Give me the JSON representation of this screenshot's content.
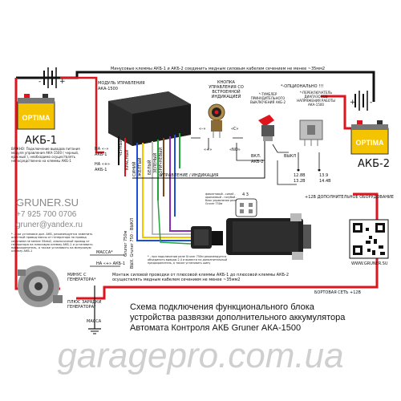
{
  "top_note": "Минусовые клеммы АКБ-1 и АКБ-2 соединить медным силовым кабелем сечением не менее ~35мм2",
  "akb1": {
    "label": "АКБ-1",
    "polarity_minus": "-",
    "polarity_plus": "+"
  },
  "akb2": {
    "label": "АКБ-2",
    "polarity_minus": "-",
    "polarity_plus": "+"
  },
  "akb1_warning": "ВАЖНО: Подключение выводов питания модуля управления АКА-1500 ( черный, красный ), необходимо осуществлять непосредственно на клеммы АКБ-1",
  "module": {
    "title": "МОДУЛЬ УПРАВЛЕНИЯ",
    "model": "АКА-1500"
  },
  "button": {
    "title": "КНОПКА УПРАВЛЕНИЯ СО ВСТРОЕННОЙ ИНДИКАЦИЕЙ"
  },
  "optional_title": "*-ОПЦИОНАЛЬНО !!!",
  "toggle_desc": "*-ТУМБЛЕР ПРИНУДИТЕЛЬНОГО ВЫКЛЮЧЕНИЯ АКБ-2",
  "switch_desc": "*-ПЕРЕКЛЮЧАТЕЛЬ ДИАПАЗОНОВ НАПРЯЖЕНИЯ РАБОТЫ АКА-1500",
  "terminal_labels": {
    "minus": "«–»",
    "c": "«C»",
    "no": "«NO»",
    "plus": "«+»"
  },
  "wire_colors_left": [
    "ЧЕРНЫЙ",
    "КРАСНЫЙ",
    "СИНИЙ",
    "ЖЕЛТЫЙ",
    "БЕЛЫЙ",
    "ЗЕЛЕНЫЙ",
    "КОРИЧНЕВЫЙ"
  ],
  "na_minus": "НА «–»",
  "akb1_short": "АКБ-1",
  "na_plus": "НА «+»",
  "control_indication": "УПРАВЛЕНИЕ / ИНДИКАЦИЯ",
  "vkl": "ВКЛ.",
  "akb2_short": "АКБ-2",
  "vykl": "ВЫКЛ",
  "volt_12_8": "12.8В",
  "volt_13_2": "13.2В",
  "volt_13_9": "13.9",
  "volt_14_4": "14.4В",
  "out_label": "+12В ДОПОЛНИТЕЛЬНОЕ ОБОРУДОВАНИЕ",
  "gruner": {
    "site": "GRUNER.SU",
    "phone": "+7 925 700 0706",
    "email": "gruner@yandex.ru"
  },
  "fuse_label": "Gruner 750м",
  "fuse_note": "ВЫХ. Gruner 750 - ВЫКЛ",
  "connector_legend": "фиолетовый - синий - оранжевый - голубой - блок управления реле Gruner 750м",
  "gruner_pins": "4  3",
  "note_small": "* - при установке доп. АКБ, рекомендуется заменить штатный провод массы от генератора на провод сечением не менее 35мм2, аналогичный провод от генератора на плюсовую клемму АКБ-1 и установить предохранитель, а также установить на минусовую клемму АКБ-1",
  "massa": "МАССА*",
  "na_plus_akb1": "НА «+» АКБ-1",
  "note_mid": "* - при подключении реле Gruner 750м рекомендуется объединить выводы 2,4 и вывести на дополнительный предохранитель, а также установить шину",
  "mount_note": "Монтаж силовой проводки от плюсовой клеммы АКБ-1 до плюсовой клеммы АКБ-2 осуществлять медным кабелем сечением не менее ~35мм2",
  "minus_gen": "МИНУС С ГЕНЕРАТОРА*",
  "plus_charge": "ПЛЮС ЗАРЯДКИ ГЕНЕРАТОРА*",
  "massa2": "МАССА",
  "onboard": "БОРТОВАЯ СЕТЬ +12В",
  "www": "WWW.GRUNER.SU",
  "caption": [
    "Схема подключения функционального блока",
    "устройства развязки дополнительного аккумулятора",
    "Автомата Контроля АКБ Gruner АКА-1500"
  ],
  "watermark": "garagepro.com.ua",
  "colors": {
    "red": "#e0141c",
    "black": "#111111",
    "battery_yellow": "#f5c400",
    "green": "#25a23a",
    "blue": "#1d4fd6",
    "brown": "#7a4a1e",
    "violet": "#8a2bb5",
    "watermark": "#cfcfcf"
  }
}
